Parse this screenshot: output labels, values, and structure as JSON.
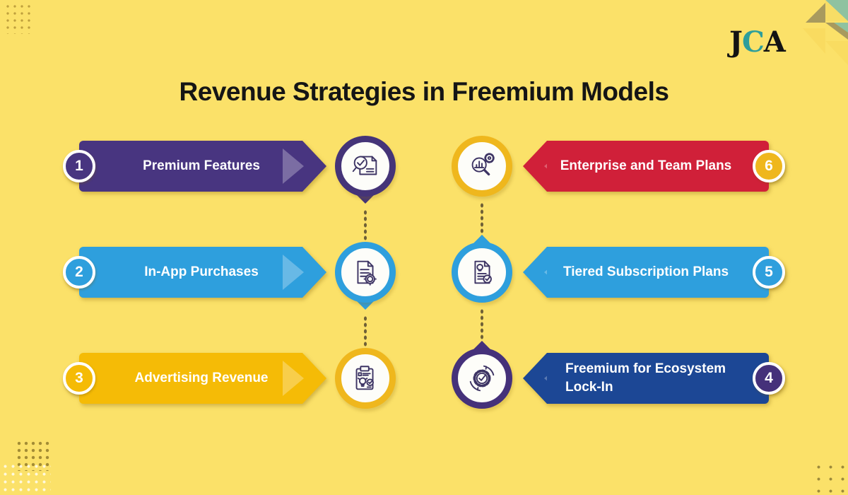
{
  "header": {
    "title": "Revenue Strategies in Freemium Models"
  },
  "logo": {
    "text": "JCA",
    "letters": [
      {
        "char": "J",
        "color": "#131313"
      },
      {
        "char": "C",
        "color": "#2d9e9b"
      },
      {
        "char": "A",
        "color": "#131313"
      }
    ]
  },
  "items": [
    {
      "number": "1",
      "label": "Premium Features",
      "side": "left",
      "icon": "magnifier-check-document-icon",
      "banner_color": "#483580",
      "circle_color": "#483580",
      "ring_color": "#453478"
    },
    {
      "number": "2",
      "label": "In-App Purchases",
      "side": "left",
      "icon": "document-gear-icon",
      "banner_color": "#2e9fdd",
      "circle_color": "#2e9fdd",
      "ring_color": "#2e9fdd"
    },
    {
      "number": "3",
      "label": "Advertising Revenue",
      "side": "left",
      "icon": "clipboard-idea-check-icon",
      "banner_color": "#f5bb06",
      "circle_color": "#f5bb06",
      "ring_color": "#efb71d"
    },
    {
      "number": "4",
      "label": "Freemium for Ecosystem Lock-In",
      "side": "right",
      "icon": "gear-sync-check-icon",
      "banner_color": "#1c4795",
      "circle_color": "#45317a",
      "ring_color": "#45317a"
    },
    {
      "number": "5",
      "label": "Tiered Subscription Plans",
      "side": "right",
      "icon": "document-idea-check-icon",
      "banner_color": "#2e9fdd",
      "circle_color": "#2e9fdd",
      "ring_color": "#2e9fdd"
    },
    {
      "number": "6",
      "label": "Enterprise and Team Plans",
      "side": "right",
      "icon": "analytics-magnifier-gear-icon",
      "banner_color": "#d02039",
      "circle_color": "#efb71d",
      "ring_color": "#efb71d"
    }
  ],
  "colors": {
    "background": "#fbe169",
    "title_text": "#151515",
    "banner_text": "#ffffff",
    "icon_stroke": "#3d3464",
    "dotted_connector": "#6f6036",
    "logo_teal": "#2d9e9b",
    "decor_olive": "#a89a5e",
    "decor_teal": "#8fc2a0",
    "decor_gold": "#f7dd66"
  }
}
